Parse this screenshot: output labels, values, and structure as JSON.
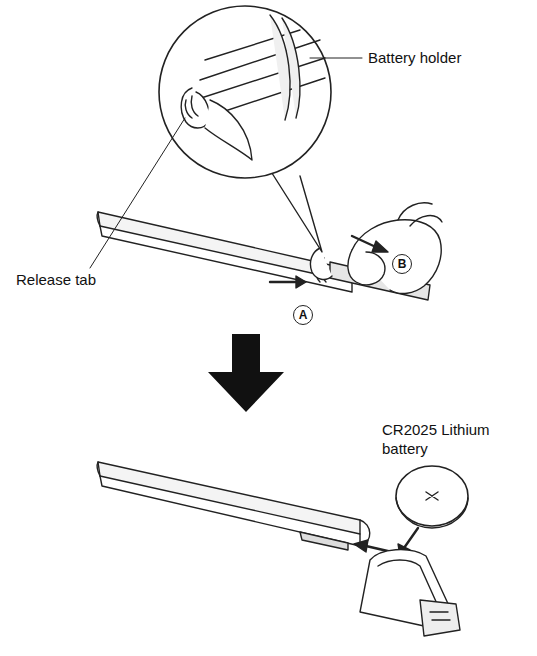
{
  "diagram": {
    "nodes": [
      {
        "text": [
          "A"
        ]
      },
      {
        "text": [
          "B"
        ]
      }
    ],
    "labels": [
      "Battery holder",
      "Release tab",
      "CR2025 Lithium battery"
    ]
  }
}
